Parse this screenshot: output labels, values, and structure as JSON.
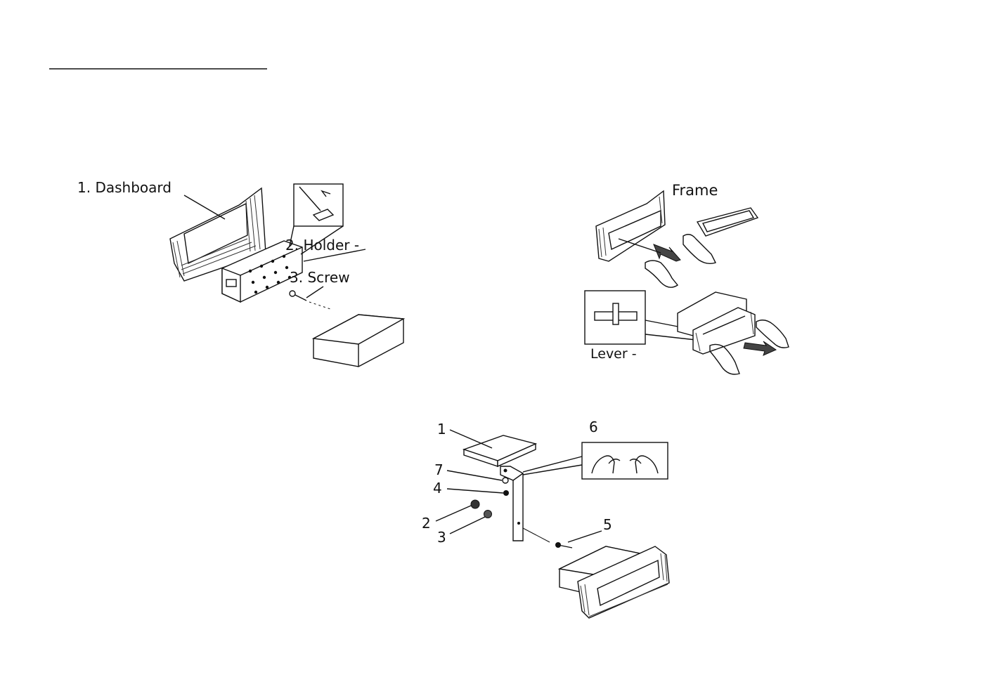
{
  "diagram_a": {
    "labels": {
      "dashboard": "1. Dashboard",
      "holder": "2. Holder -",
      "screw": "3. Screw"
    }
  },
  "diagram_b": {
    "labels": {
      "frame": "Frame",
      "lever": "Lever -"
    }
  },
  "diagram_c": {
    "labels": {
      "n1": "1",
      "n2": "2",
      "n3": "3",
      "n4": "4",
      "n5": "5",
      "n6": "6",
      "n7": "7"
    }
  },
  "colors": {
    "ink": "#111111",
    "background": "#ffffff"
  }
}
